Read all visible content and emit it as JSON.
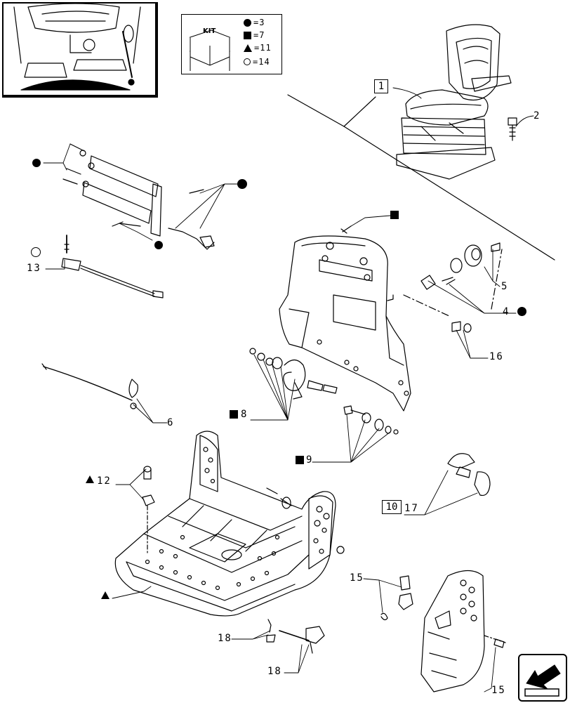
{
  "kit_legend": {
    "title": "KIT",
    "rows": [
      {
        "symbol": "filled-circle",
        "text": "=3"
      },
      {
        "symbol": "filled-square",
        "text": "=7"
      },
      {
        "symbol": "filled-triangle",
        "text": "=11"
      },
      {
        "symbol": "open-circle",
        "text": "=14"
      }
    ]
  },
  "callouts": {
    "c1": "1",
    "c2": "2",
    "c4": "4",
    "c5": "5",
    "c6": "6",
    "c8": "8",
    "c9": "9",
    "c10": "10",
    "c12": "12",
    "c13": "13",
    "c15a": "15",
    "c15b": "15",
    "c16": "16",
    "c17": "17",
    "c18a": "18",
    "c18b": "18"
  },
  "icons": {
    "nav": "page-exit-arrow-icon",
    "kit": "kit-box-icon"
  }
}
